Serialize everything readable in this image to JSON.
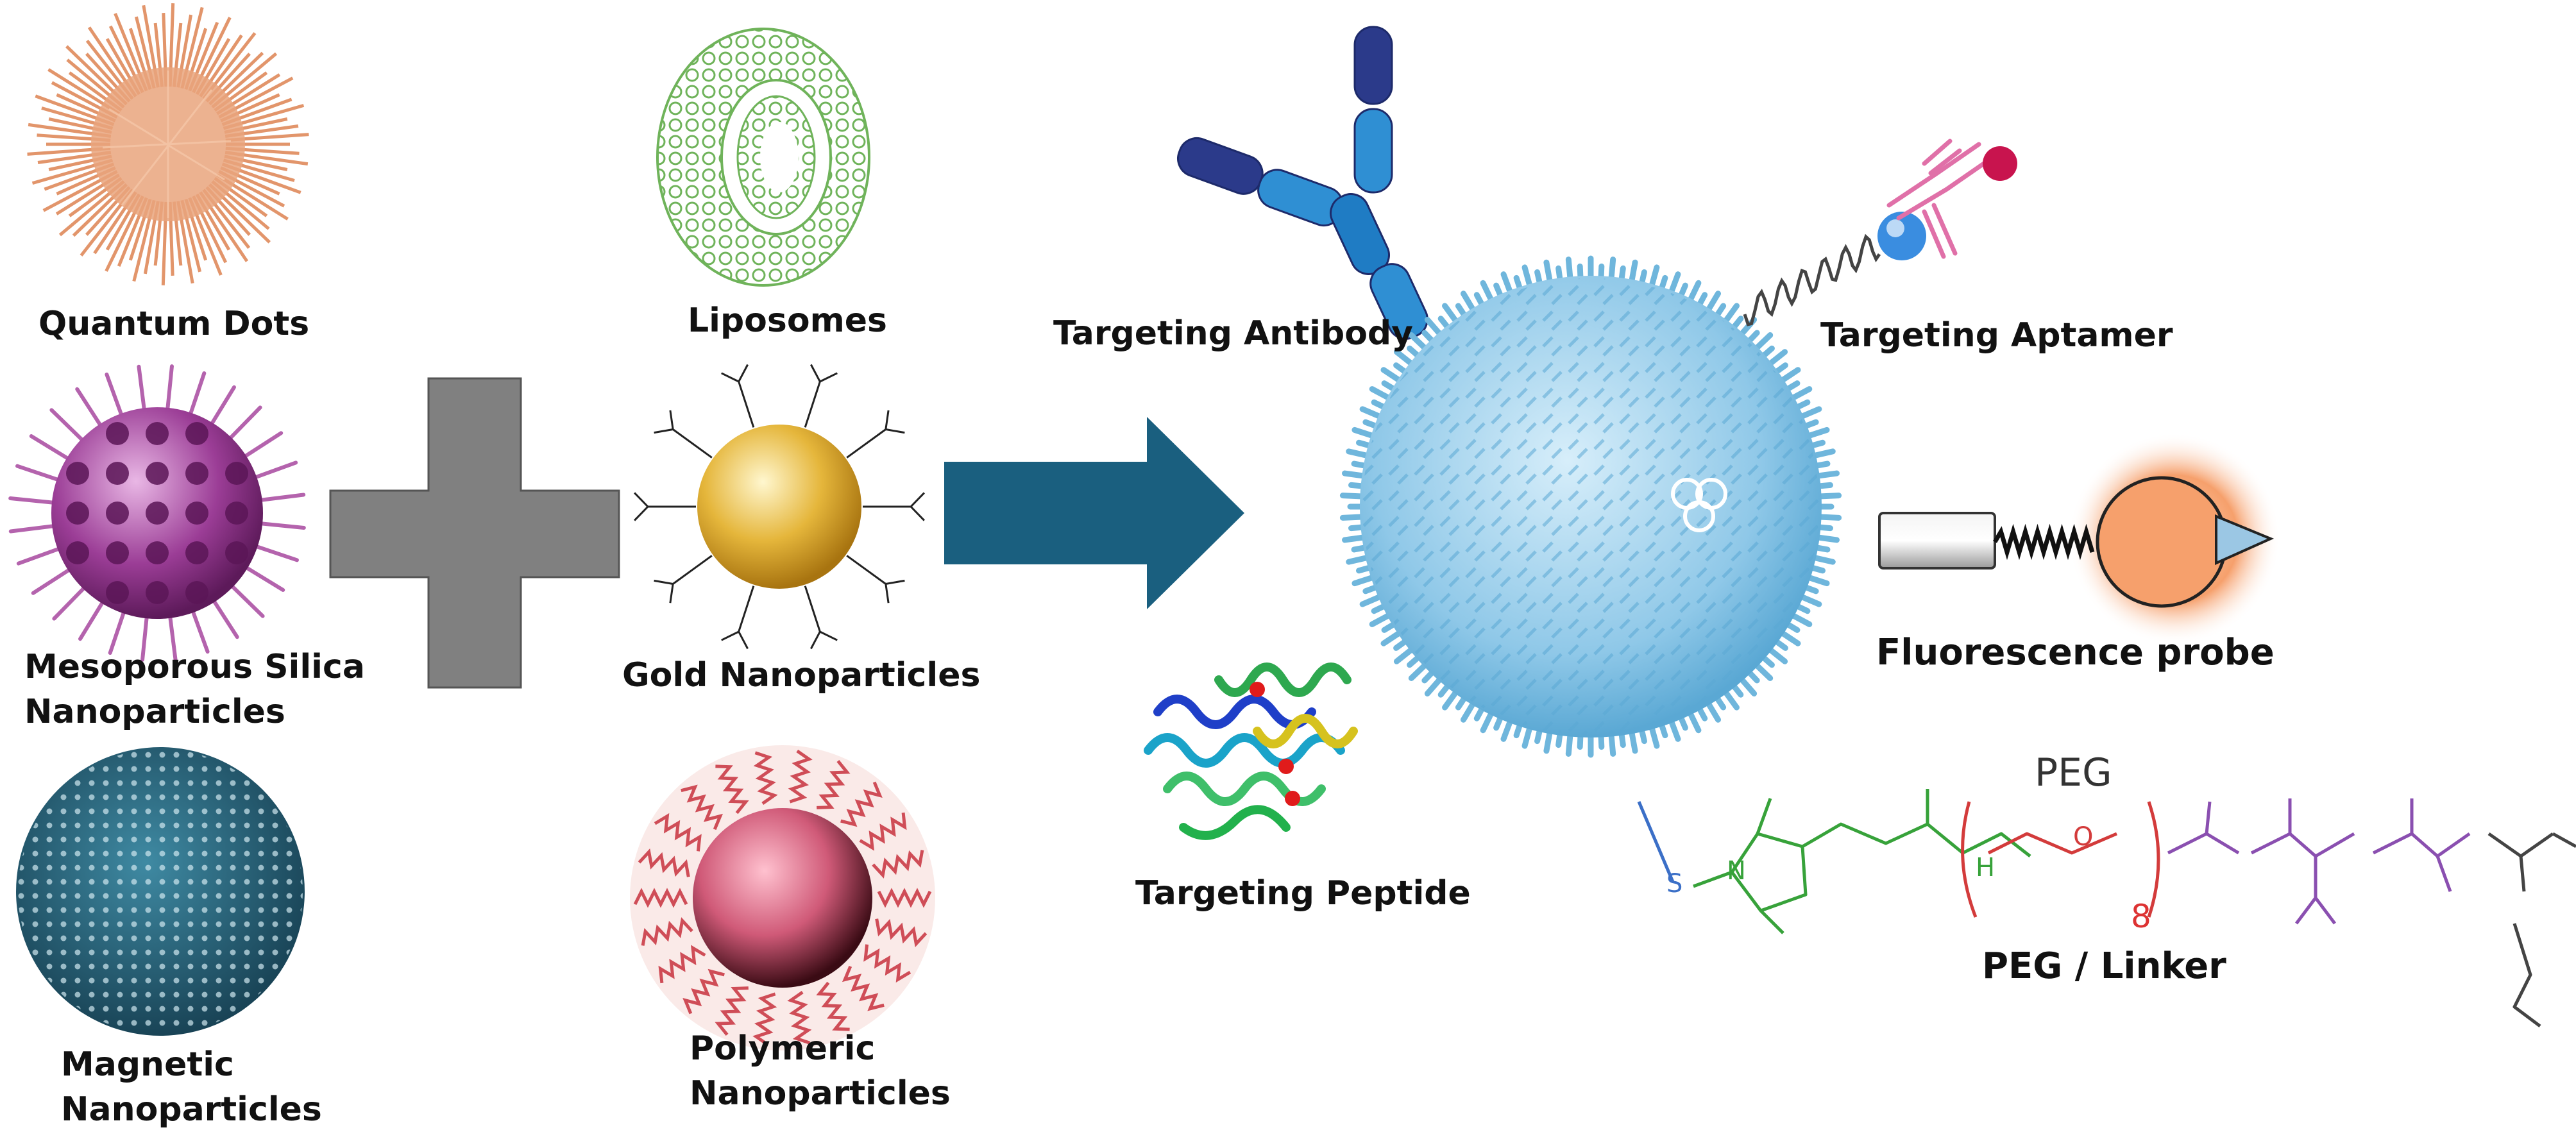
{
  "colors": {
    "quantum": "#e2956b",
    "silica": "#9b3d96",
    "magnetic": "#2f6f86",
    "liposome": "#6fb35a",
    "gold": "#e5b63b",
    "polymer_core": "#d05a78",
    "polymer_chain": "#cf4d57",
    "plus": "#7a7a7a",
    "arrow": "#1a5f7f",
    "nanoparticle": "#6fb6dc",
    "antibody_dark": "#2b3a8a",
    "antibody_light": "#2f8fd3",
    "aptamer": "#e070a8",
    "probe": "#f08a4a",
    "peg_green": "#37a23a",
    "peg_red": "#d33b3b",
    "peg_purple": "#8a4fb0"
  },
  "left_labels": {
    "quantum_dots": "Quantum Dots",
    "mesoporous_line1": "Mesoporous Silica",
    "mesoporous_line2": "Nanoparticles",
    "magnetic_line1": "Magnetic",
    "magnetic_line2": "Nanoparticles",
    "liposomes": "Liposomes",
    "gold_nanoparticles": "Gold Nanoparticles",
    "polymeric_line1": "Polymeric",
    "polymeric_line2": "Nanoparticles"
  },
  "right_labels": {
    "targeting_antibody": "Targeting Antibody",
    "targeting_aptamer": "Targeting Aptamer",
    "fluorescence_probe": "Fluorescence probe",
    "targeting_peptide": "Targeting Peptide",
    "peg_linker": "PEG / Linker",
    "peg": "PEG",
    "peg_repeat": "8"
  },
  "icons": [
    "quantum-dot-icon",
    "silica-nanoparticle-icon",
    "magnetic-nanoparticle-icon",
    "liposome-icon",
    "gold-nanoparticle-icon",
    "polymeric-nanoparticle-icon",
    "plus-icon",
    "arrow-icon",
    "functionalized-nanoparticle-icon",
    "antibody-icon",
    "aptamer-icon",
    "fluorescence-probe-icon",
    "peptide-icon",
    "peg-linker-structure-icon"
  ]
}
